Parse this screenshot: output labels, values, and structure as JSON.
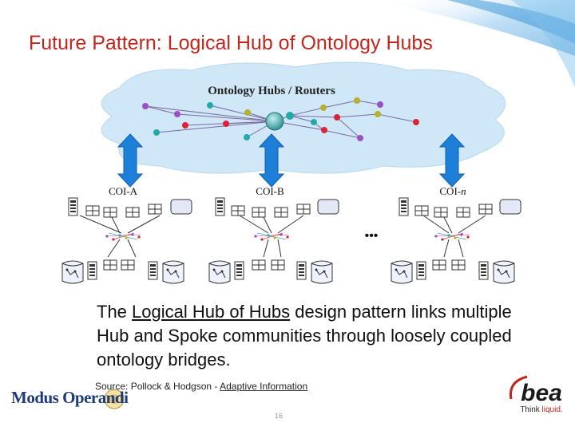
{
  "slide": {
    "title": "Future Pattern:  Logical Hub of Ontology Hubs",
    "cloud_label": "Ontology Hubs / Routers",
    "communities": [
      {
        "label": "COI-A"
      },
      {
        "label": "COI-B"
      },
      {
        "label_prefix": "COI-",
        "label_suffix": "n"
      }
    ],
    "ellipsis": "•••",
    "body_pre": "The ",
    "body_link": "Logical Hub of Hubs",
    "body_post": " design pattern links multiple Hub and Spoke communities through loosely coupled ontology bridges.",
    "source_pre": "Source: Pollock & Hodgson - ",
    "source_link": "Adaptive Information",
    "page_number": "16",
    "logo_left": "Modus Operandi",
    "logo_right_word": "bea",
    "logo_right_tag_a": "Think ",
    "logo_right_tag_b": "liquid."
  },
  "colors": {
    "title": "#c0281e",
    "cloud": "#cfe7f7",
    "arrow": "#1e7fd8",
    "node_purple": "#9a4fc8",
    "node_teal": "#23a9a8",
    "node_red": "#d8233a",
    "node_olive": "#b8b02a",
    "hub": "#3aa4a6"
  }
}
